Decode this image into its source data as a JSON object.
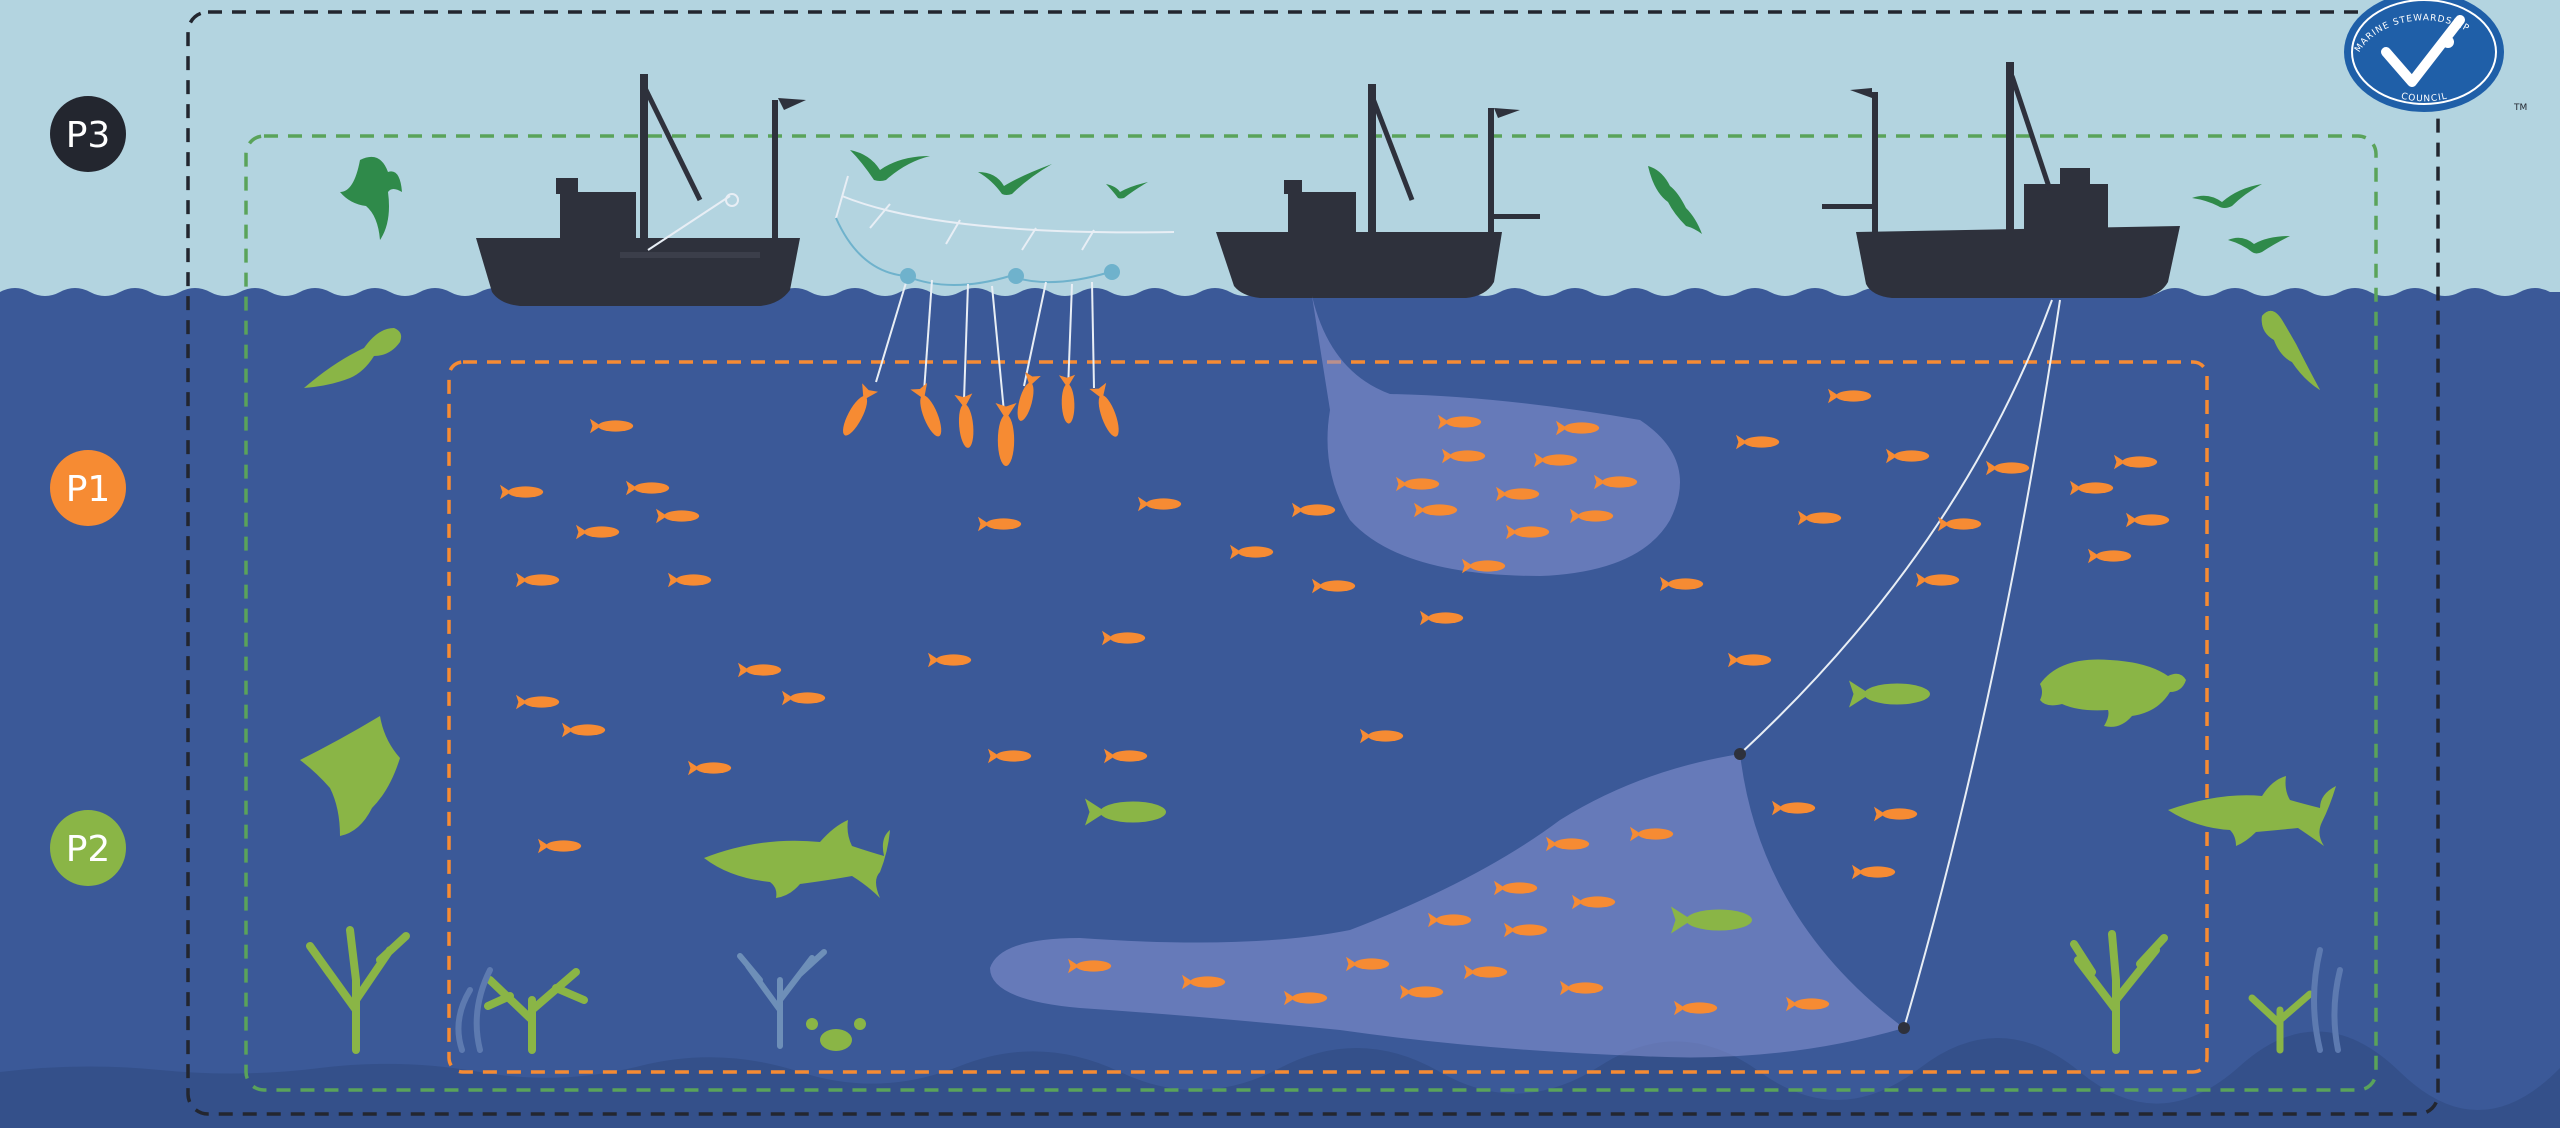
{
  "labels": {
    "p3": "P3",
    "p1": "P1",
    "p2": "P2"
  },
  "logo": {
    "top_text": "MARINE STEWARDSHIP",
    "bottom_text": "COUNCIL",
    "tm": "TM",
    "icon": "msc-checkmark-fish-icon"
  },
  "colors": {
    "sky": "#b3d4e0",
    "sea": "#3b5998",
    "seabed": "#34508a",
    "p3": "#23262f",
    "p1": "#f68b33",
    "p2": "#8ab546",
    "boat": "#2e313c",
    "bird": "#2f8a4a",
    "net": "#7a86c8",
    "logo": "#1f5fa8"
  }
}
